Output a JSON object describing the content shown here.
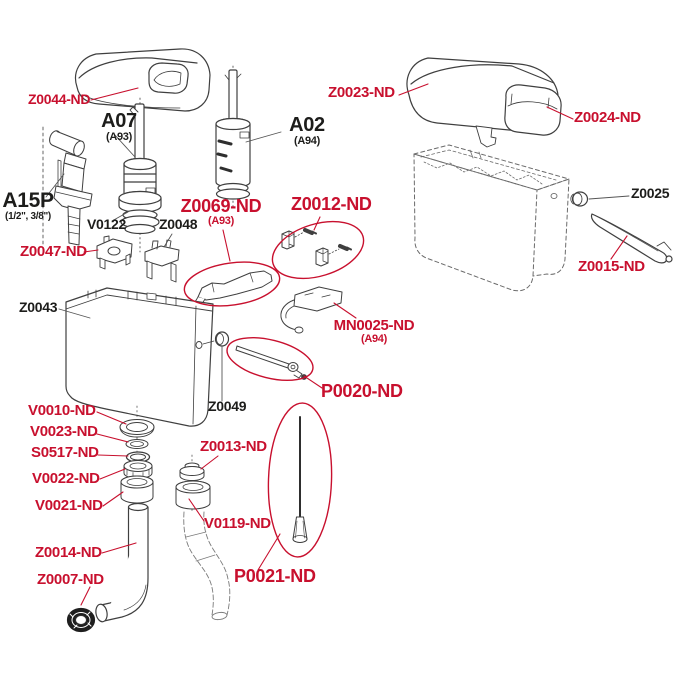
{
  "diagram_type": "exploded-parts-diagram",
  "colors": {
    "accent_red": "#c8102e",
    "text_black": "#1d1d1b",
    "line": "#3f3f3f"
  },
  "labels": {
    "z0044": {
      "text": "Z0044-ND"
    },
    "a07": {
      "text": "A07",
      "sub": "(A93)"
    },
    "a02": {
      "text": "A02",
      "sub": "(A94)"
    },
    "z0023": {
      "text": "Z0023-ND"
    },
    "z0024": {
      "text": "Z0024-ND"
    },
    "a15p": {
      "text": "A15P",
      "sub": "(1/2\", 3/8\")"
    },
    "v0122": {
      "text": "V0122"
    },
    "z0048": {
      "text": "Z0048"
    },
    "z0047": {
      "text": "Z0047-ND"
    },
    "z0069": {
      "text": "Z0069-ND",
      "sub": "(A93)"
    },
    "z0012": {
      "text": "Z0012-ND"
    },
    "z0025": {
      "text": "Z0025"
    },
    "z0015": {
      "text": "Z0015-ND"
    },
    "z0043": {
      "text": "Z0043"
    },
    "mn0025": {
      "text": "MN0025-ND",
      "sub": "(A94)"
    },
    "z0049": {
      "text": "Z0049"
    },
    "p0020": {
      "text": "P0020-ND"
    },
    "v0010": {
      "text": "V0010-ND"
    },
    "v0023": {
      "text": "V0023-ND"
    },
    "s0517": {
      "text": "S0517-ND"
    },
    "v0022": {
      "text": "V0022-ND"
    },
    "v0021": {
      "text": "V0021-ND"
    },
    "z0013": {
      "text": "Z0013-ND"
    },
    "v0119": {
      "text": "V0119-ND"
    },
    "z0014": {
      "text": "Z0014-ND"
    },
    "z0007": {
      "text": "Z0007-ND"
    },
    "p0021": {
      "text": "P0021-ND"
    }
  }
}
